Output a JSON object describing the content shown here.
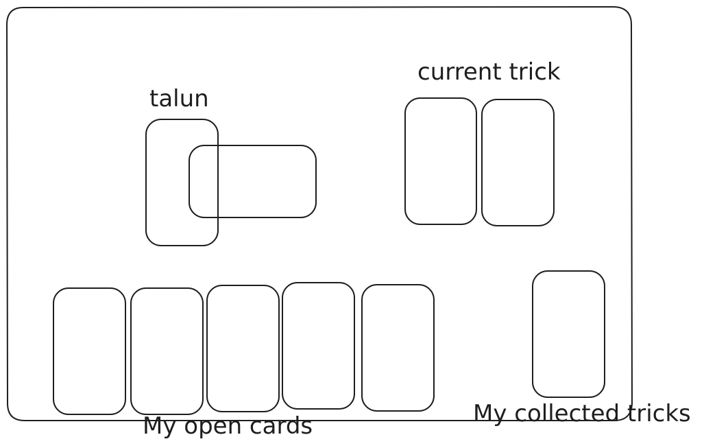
{
  "labels": {
    "talun": "talun",
    "current_trick": "current trick",
    "open_cards": "My open cards",
    "collected_tricks": "My collected tricks"
  },
  "colors": {
    "stroke": "#1e1e1e",
    "background": "#ffffff"
  },
  "counts": {
    "talun_cards": 2,
    "current_trick_cards": 2,
    "open_cards": 5,
    "collected_trick_piles": 1
  }
}
